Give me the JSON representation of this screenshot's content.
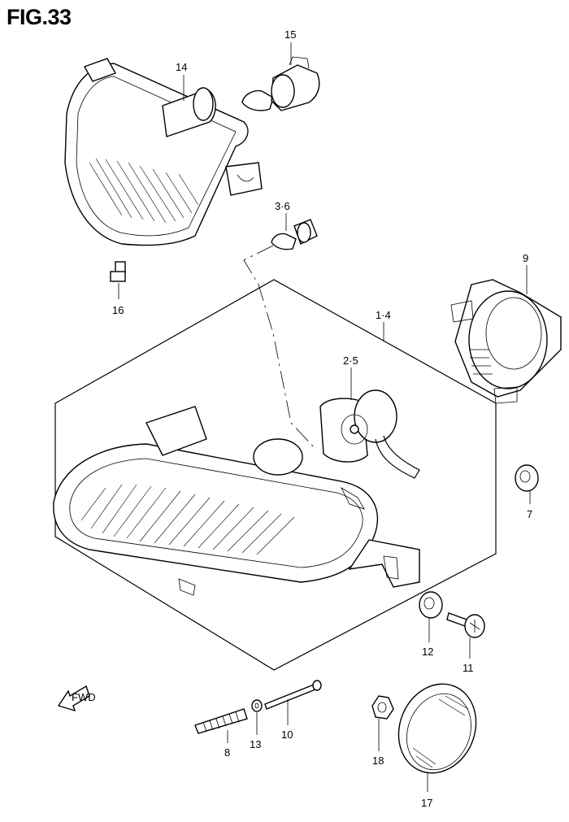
{
  "figure": {
    "title": "FIG.33"
  },
  "callouts": {
    "c14": "14",
    "c15": "15",
    "c36": "3·6",
    "c16": "16",
    "c9": "9",
    "c14b": "1·4",
    "c25": "2·5",
    "c7": "7",
    "c12": "12",
    "c11": "11",
    "c8": "8",
    "c13": "13",
    "c10": "10",
    "c18": "18",
    "c17": "17"
  },
  "fwd_badge": "FWD"
}
